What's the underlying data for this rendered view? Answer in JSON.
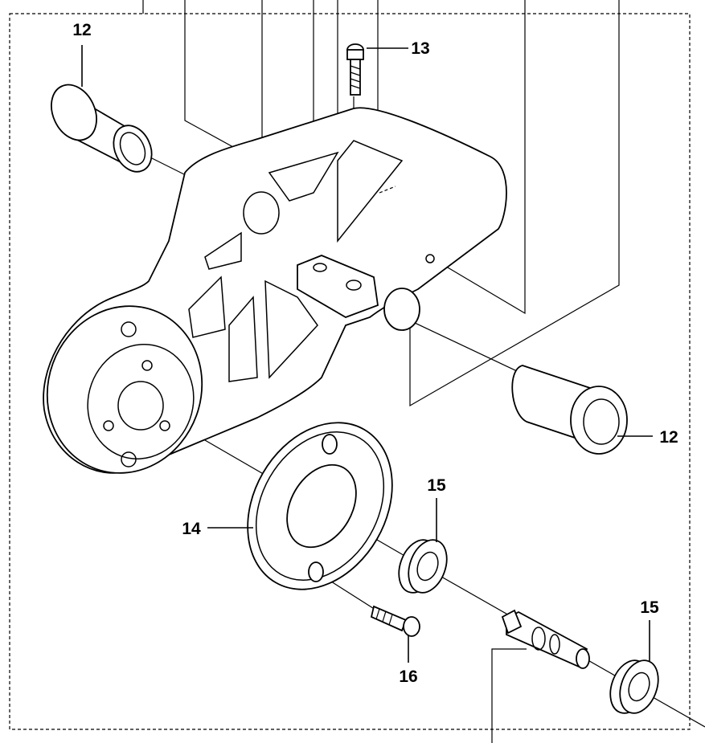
{
  "diagram": {
    "callouts": {
      "c12_top": "12",
      "c13": "13",
      "c12_right": "12",
      "c14": "14",
      "c15_mid": "15",
      "c15_right": "15",
      "c16": "16"
    },
    "parts": [
      "bushing-top-left",
      "screw-13",
      "housing",
      "bushing-right",
      "gear-ring-14",
      "bearing-15-mid",
      "screw-16",
      "shaft",
      "bearing-15-right"
    ]
  }
}
